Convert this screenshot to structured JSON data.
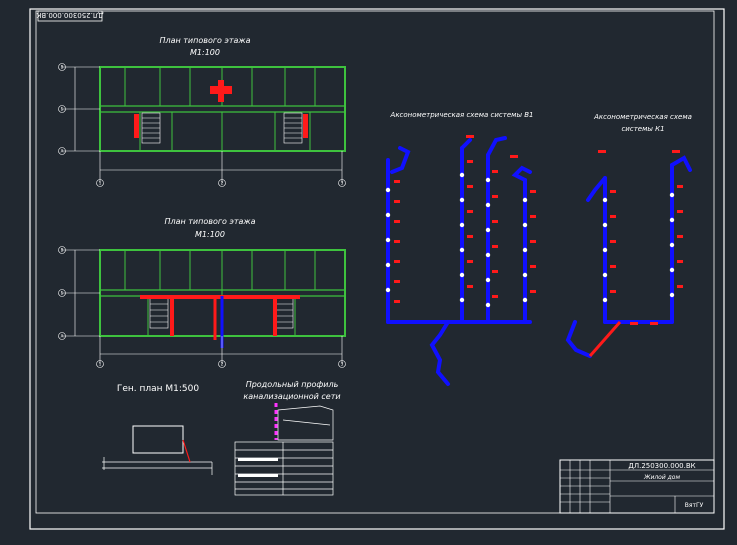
{
  "sheet_code": "ДЛ.250300.000.ВК",
  "plans": {
    "typical_floor_title": "План типового этажа",
    "typical_floor_scale": "М1:100",
    "typical_floor2_title": "План типового этажа",
    "typical_floor2_scale": "М1:100",
    "axes_letters": [
      "В",
      "Б",
      "А"
    ],
    "axes_numbers": [
      "1",
      "2",
      "3"
    ]
  },
  "schemes": {
    "b1_title": "Аксонометрическая схема системы В1",
    "k1_title_line1": "Аксонометрическая схема",
    "k1_title_line2": "системы К1"
  },
  "site_plan_title": "Ген. план М1:500",
  "profile_title_line1": "Продольный профиль",
  "profile_title_line2": "канализационной сети",
  "title_block": {
    "code": "ДЛ.250300.000.ВК",
    "object": "Жилой дом",
    "org": "ВятГУ"
  },
  "colors": {
    "background": "#212830",
    "lines": "#ffffff",
    "walls": "#3ec23e",
    "water_pipe": "#1010ff",
    "sewer_pipe": "#ff1a1a",
    "profile_accent": "#ff33ff"
  }
}
